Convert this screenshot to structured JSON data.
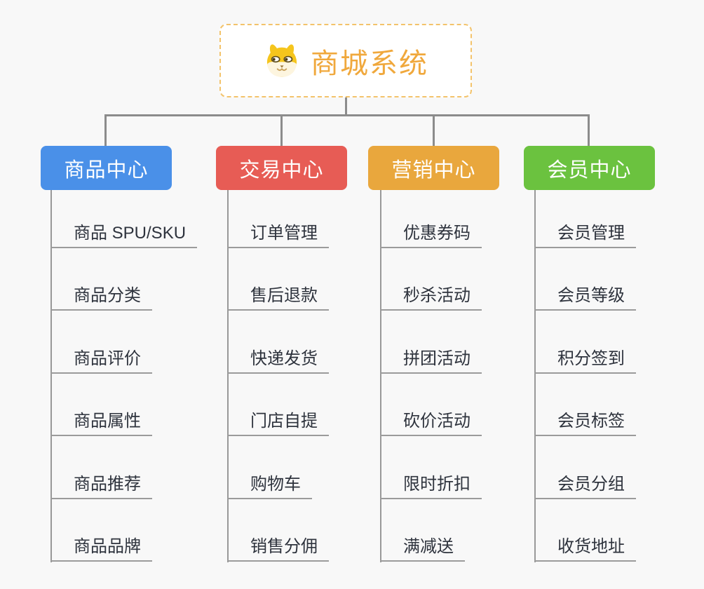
{
  "canvas": {
    "background": "#f8f8f8",
    "connector_color": "#8c8c8c"
  },
  "root": {
    "title": "商城系统",
    "icon": "dog-face-icon",
    "text_color": "#f0a83c",
    "border_color": "#f3c36b"
  },
  "branches": [
    {
      "label": "商品中心",
      "color": "#4a90e8",
      "items": [
        "商品 SPU/SKU",
        "商品分类",
        "商品评价",
        "商品属性",
        "商品推荐",
        "商品品牌"
      ]
    },
    {
      "label": "交易中心",
      "color": "#e75c55",
      "items": [
        "订单管理",
        "售后退款",
        "快递发货",
        "门店自提",
        "购物车",
        "销售分佣"
      ]
    },
    {
      "label": "营销中心",
      "color": "#e9a73d",
      "items": [
        "优惠券码",
        "秒杀活动",
        "拼团活动",
        "砍价活动",
        "限时折扣",
        "满减送"
      ]
    },
    {
      "label": "会员中心",
      "color": "#6bc23f",
      "items": [
        "会员管理",
        "会员等级",
        "积分签到",
        "会员标签",
        "会员分组",
        "收货地址"
      ]
    }
  ]
}
